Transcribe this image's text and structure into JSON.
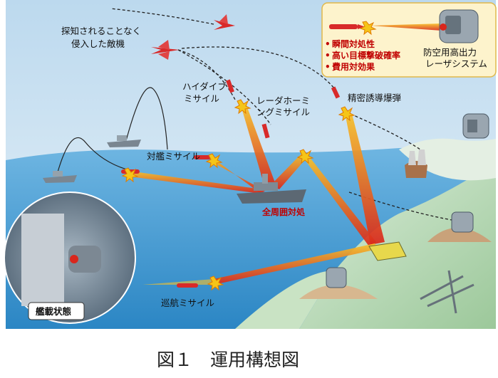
{
  "caption": "図１　運用構想図",
  "labels": {
    "enemy_aircraft": [
      "探知されることなく",
      "侵入した敵機"
    ],
    "high_dive_missile": [
      "ハイダイブ",
      "ミサイル"
    ],
    "radar_homing_missile": [
      "レーダホーミ",
      "ングミサイル"
    ],
    "precision_guided_bomb": "精密誘導爆弾",
    "anti_ship_missile": "対艦ミサイル",
    "all_around_defense": "全周囲対処",
    "cruise_missile": "巡航ミサイル",
    "shipboard_state": "艦載状態"
  },
  "legend": {
    "benefits": [
      "瞬間対処性",
      "高い目標撃破確率",
      "費用対効果"
    ],
    "system_name": [
      "防空用高出力",
      "レーザシステム"
    ]
  },
  "colors": {
    "sky": "#cfe3f1",
    "sea": "#5aa7d8",
    "legend_bg": "#fdf3cc",
    "legend_border": "#e0b84a",
    "beam_core": "#d9261c",
    "beam_glow": "#f6c229",
    "missile": "#d82a2a",
    "label_red": "#c00000"
  }
}
